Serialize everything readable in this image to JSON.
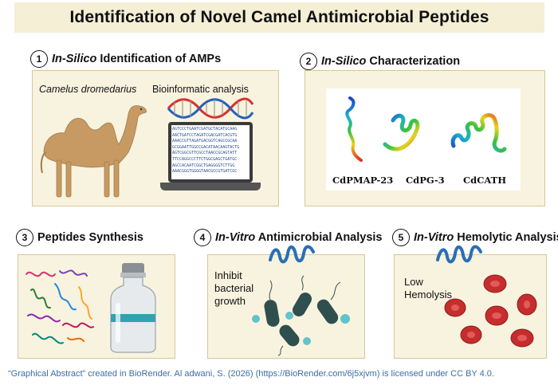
{
  "title": "Identification of Novel Camel Antimicrobial Peptides",
  "steps": [
    {
      "number": "1",
      "title_italic": "In-Silico",
      "title_rest": " Identification of AMPs"
    },
    {
      "number": "2",
      "title_italic": "In-Silico",
      "title_rest": " Characterization"
    },
    {
      "number": "3",
      "title_italic": "",
      "title_rest": "Peptides Synthesis"
    },
    {
      "number": "4",
      "title_italic": "In-Vitro",
      "title_rest": " Antimicrobial Analysis"
    },
    {
      "number": "5",
      "title_italic": "In-Vitro",
      "title_rest": " Hemolytic Analysis"
    }
  ],
  "panel1": {
    "species": "Camelus dromedarius",
    "analysis": "Bioinformatic analysis",
    "sequence_lines": [
      "AGTCCCTGAATCGATGCTACATGCAAG",
      "AACTGATCCTAGATCGACGATCACGTG",
      "AAACCGTTAGATGACGGTCAGCCGCAA",
      "GCGGAATTGGCCGACATAACAAGTACTG",
      "AGTCGGCGTTCGCCTAACCGCAGTATT",
      "TTCCAGGCCCTTCTGGCGAGCTGATGC",
      "AGCCACAATCGGCTGAGGGGTCTTGG",
      "AAACGGGTGGGGTAACGCCGTGATCGC"
    ]
  },
  "panel2": {
    "peptides": [
      "CdPMAP-23",
      "CdPG-3",
      "CdCATH"
    ]
  },
  "panel4": {
    "line1": "Inhibit",
    "line2": "bacterial",
    "line3": "growth"
  },
  "panel5": {
    "line1": "Low",
    "line2": "Hemolysis"
  },
  "footer": "“Graphical Abstract” created in BioRender. Al adwani, S. (2026) (https://BioRender.com/6j5xjvm) is licensed under CC BY 4.0.",
  "colors": {
    "title_bg": "#f5efd6",
    "panel_bg": "#f8f3df",
    "panel_border": "#d8c79a",
    "camel": "#c79a63",
    "bacteria": "#2f4f4f",
    "rbc": "#c62d2d",
    "helix": "#2a6fb5",
    "footer_link": "#3b6ea6"
  }
}
